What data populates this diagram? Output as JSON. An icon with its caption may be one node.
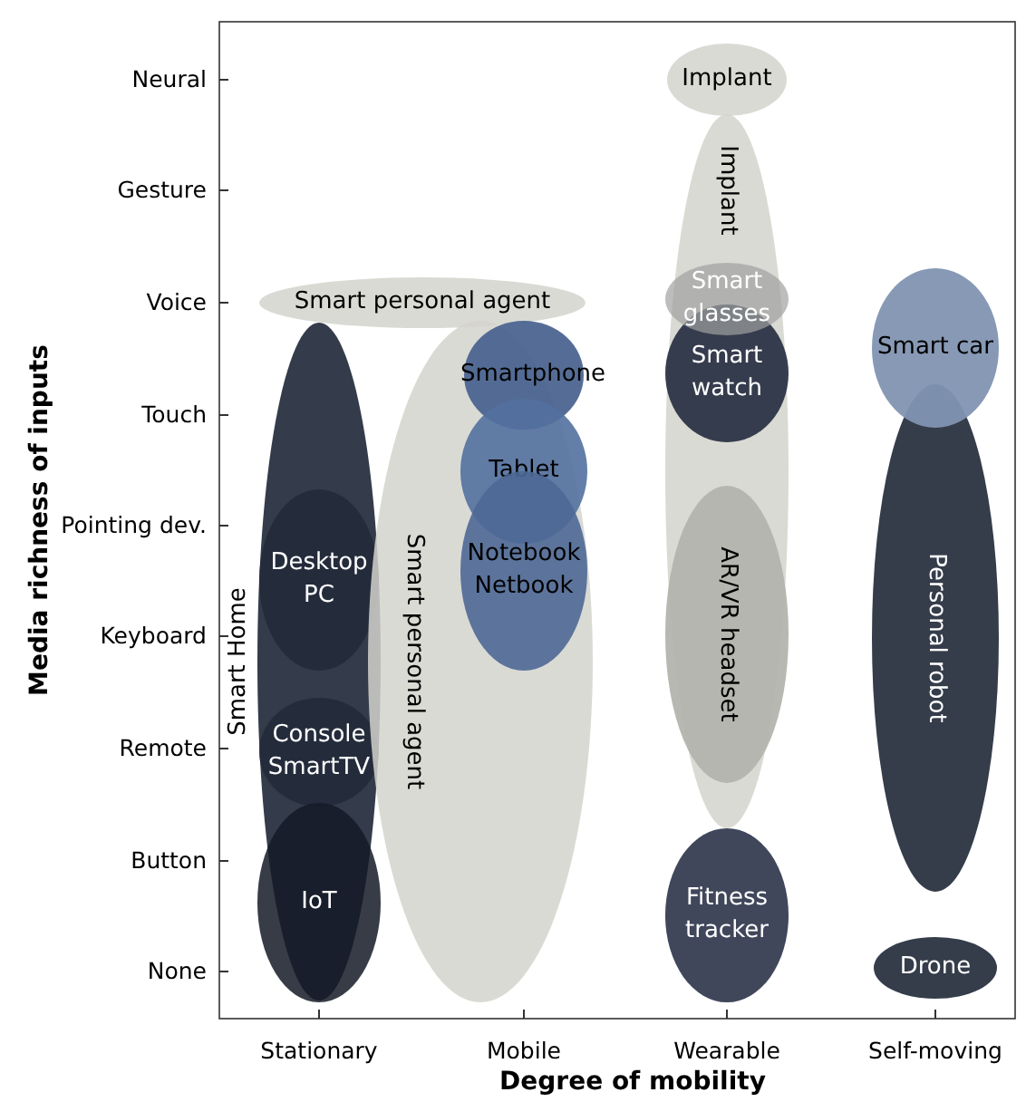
{
  "diagram": {
    "nodes": [
      {
        "text": [
          "Smart personal agent"
        ]
      },
      {
        "text": [
          "Smart personal agent"
        ]
      },
      {
        "text": [
          "Smart Home"
        ]
      },
      {
        "text": [
          "Desktop PC"
        ],
        "in": 2
      },
      {
        "text": [
          "Console SmartTV"
        ],
        "in": 2
      },
      {
        "text": [
          "IoT"
        ],
        "in": 2
      },
      {
        "text": [
          "Smartphone"
        ],
        "in": 1
      },
      {
        "text": [
          "Tablet"
        ],
        "in": 1
      },
      {
        "text": [
          "Notebook Netbook"
        ],
        "in": 1
      },
      {
        "text": [
          "Implant"
        ]
      },
      {
        "text": [
          "Implant"
        ]
      },
      {
        "text": [
          "Smart glasses"
        ],
        "in": 10
      },
      {
        "text": [
          "Smart watch"
        ],
        "in": 10
      },
      {
        "text": [
          "AR/VR headset"
        ],
        "in": 10
      },
      {
        "text": [
          "Fitness tracker"
        ]
      },
      {
        "text": [
          "Smart car"
        ]
      },
      {
        "text": [
          "Personal robot"
        ]
      },
      {
        "text": [
          "Drone"
        ]
      }
    ],
    "edges": [],
    "labels": [
      "Neural",
      "Gesture",
      "Voice",
      "Touch",
      "Pointing dev.",
      "Keyboard",
      "Remote",
      "Button",
      "None",
      "Media richness of inputs",
      "Stationary",
      "Mobile",
      "Wearable",
      "Self-moving",
      "Degree of mobility"
    ]
  }
}
